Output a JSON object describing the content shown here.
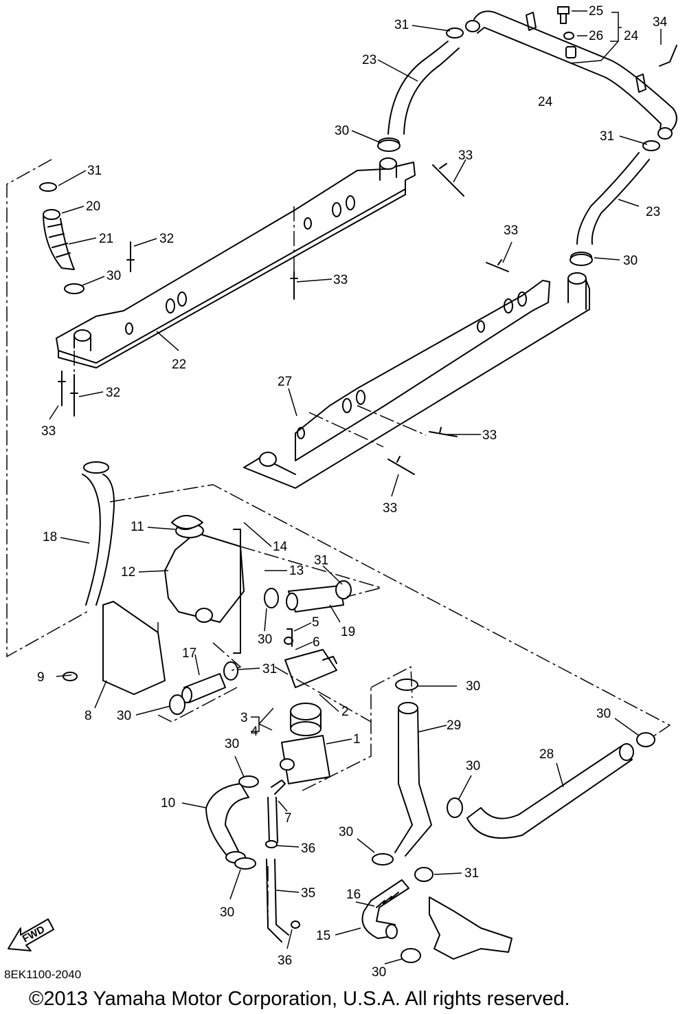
{
  "diagram": {
    "part_labels": [
      {
        "id": "l31a",
        "text": "31"
      },
      {
        "id": "l23a",
        "text": "23"
      },
      {
        "id": "l30a",
        "text": "30"
      },
      {
        "id": "l25",
        "text": "25"
      },
      {
        "id": "l26",
        "text": "26"
      },
      {
        "id": "l24a",
        "text": "24"
      },
      {
        "id": "l24b",
        "text": "24"
      },
      {
        "id": "l34",
        "text": "34"
      },
      {
        "id": "l31b",
        "text": "31"
      },
      {
        "id": "l23b",
        "text": "23"
      },
      {
        "id": "l30b",
        "text": "30"
      },
      {
        "id": "l33a",
        "text": "33"
      },
      {
        "id": "l31c",
        "text": "31"
      },
      {
        "id": "l20",
        "text": "20"
      },
      {
        "id": "l21",
        "text": "21"
      },
      {
        "id": "l32a",
        "text": "32"
      },
      {
        "id": "l30c",
        "text": "30"
      },
      {
        "id": "l33b",
        "text": "33"
      },
      {
        "id": "l33c",
        "text": "33"
      },
      {
        "id": "l22",
        "text": "22"
      },
      {
        "id": "l32b",
        "text": "32"
      },
      {
        "id": "l33d",
        "text": "33"
      },
      {
        "id": "l27",
        "text": "27"
      },
      {
        "id": "l33e",
        "text": "33"
      },
      {
        "id": "l33f",
        "text": "33"
      },
      {
        "id": "l11",
        "text": "11"
      },
      {
        "id": "l14",
        "text": "14"
      },
      {
        "id": "l18",
        "text": "18"
      },
      {
        "id": "l12",
        "text": "12"
      },
      {
        "id": "l13",
        "text": "13"
      },
      {
        "id": "l31d",
        "text": "31"
      },
      {
        "id": "l30d",
        "text": "30"
      },
      {
        "id": "l19",
        "text": "19"
      },
      {
        "id": "l5",
        "text": "5"
      },
      {
        "id": "l6",
        "text": "6"
      },
      {
        "id": "l9",
        "text": "9"
      },
      {
        "id": "l17",
        "text": "17"
      },
      {
        "id": "l31e",
        "text": "31"
      },
      {
        "id": "l8",
        "text": "8"
      },
      {
        "id": "l30e",
        "text": "30"
      },
      {
        "id": "l2",
        "text": "2"
      },
      {
        "id": "l30f",
        "text": "30"
      },
      {
        "id": "l3",
        "text": "3"
      },
      {
        "id": "l4",
        "text": "4"
      },
      {
        "id": "l29",
        "text": "29"
      },
      {
        "id": "l30g",
        "text": "30"
      },
      {
        "id": "l1",
        "text": "1"
      },
      {
        "id": "l30h",
        "text": "30"
      },
      {
        "id": "l28",
        "text": "28"
      },
      {
        "id": "l30i",
        "text": "30"
      },
      {
        "id": "l10",
        "text": "10"
      },
      {
        "id": "l7",
        "text": "7"
      },
      {
        "id": "l30j",
        "text": "30"
      },
      {
        "id": "l36a",
        "text": "36"
      },
      {
        "id": "l31f",
        "text": "31"
      },
      {
        "id": "l16",
        "text": "16"
      },
      {
        "id": "l35",
        "text": "35"
      },
      {
        "id": "l30k",
        "text": "30"
      },
      {
        "id": "l15",
        "text": "15"
      },
      {
        "id": "l36b",
        "text": "36"
      },
      {
        "id": "l30l",
        "text": "30"
      }
    ],
    "fwd_badge": "FWD",
    "diagram_code": "8EK1100-2040",
    "copyright": "©2013 Yamaha Motor Corporation, U.S.A. All rights reserved."
  }
}
